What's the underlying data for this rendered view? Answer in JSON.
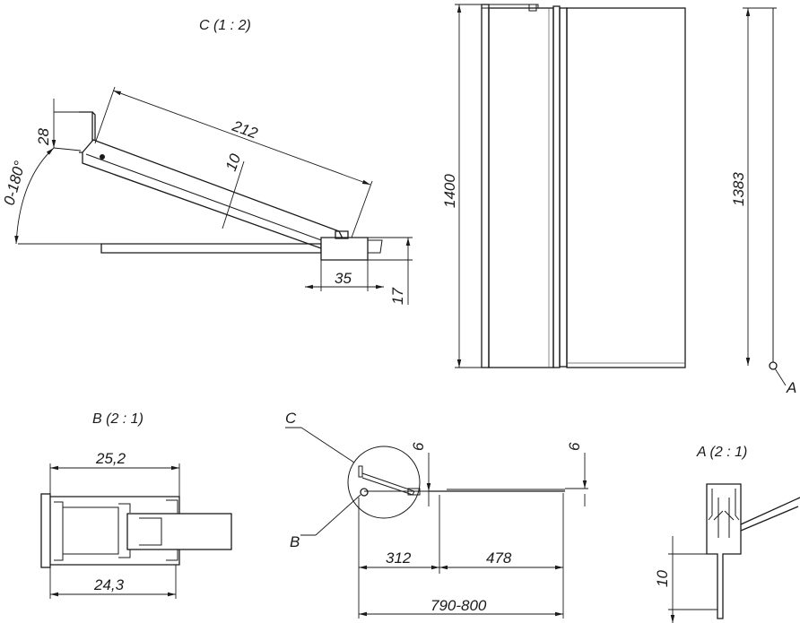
{
  "views": {
    "c": {
      "title": "C (1 : 2)",
      "angle": "0-180°",
      "d_28": "28",
      "d_212": "212",
      "d_10": "10",
      "d_35": "35",
      "d_17": "17"
    },
    "front": {
      "d_1400": "1400",
      "d_1383": "1383",
      "marker_a": "A"
    },
    "b": {
      "title": "B (2 : 1)",
      "d_top": "25,2",
      "d_bottom": "24,3"
    },
    "plan": {
      "marker_c": "C",
      "marker_b": "B",
      "d_6a": "6",
      "d_6b": "6",
      "d_312": "312",
      "d_478": "478",
      "d_total": "790-800"
    },
    "a": {
      "title": "A (2 : 1)",
      "d_10": "10"
    }
  }
}
